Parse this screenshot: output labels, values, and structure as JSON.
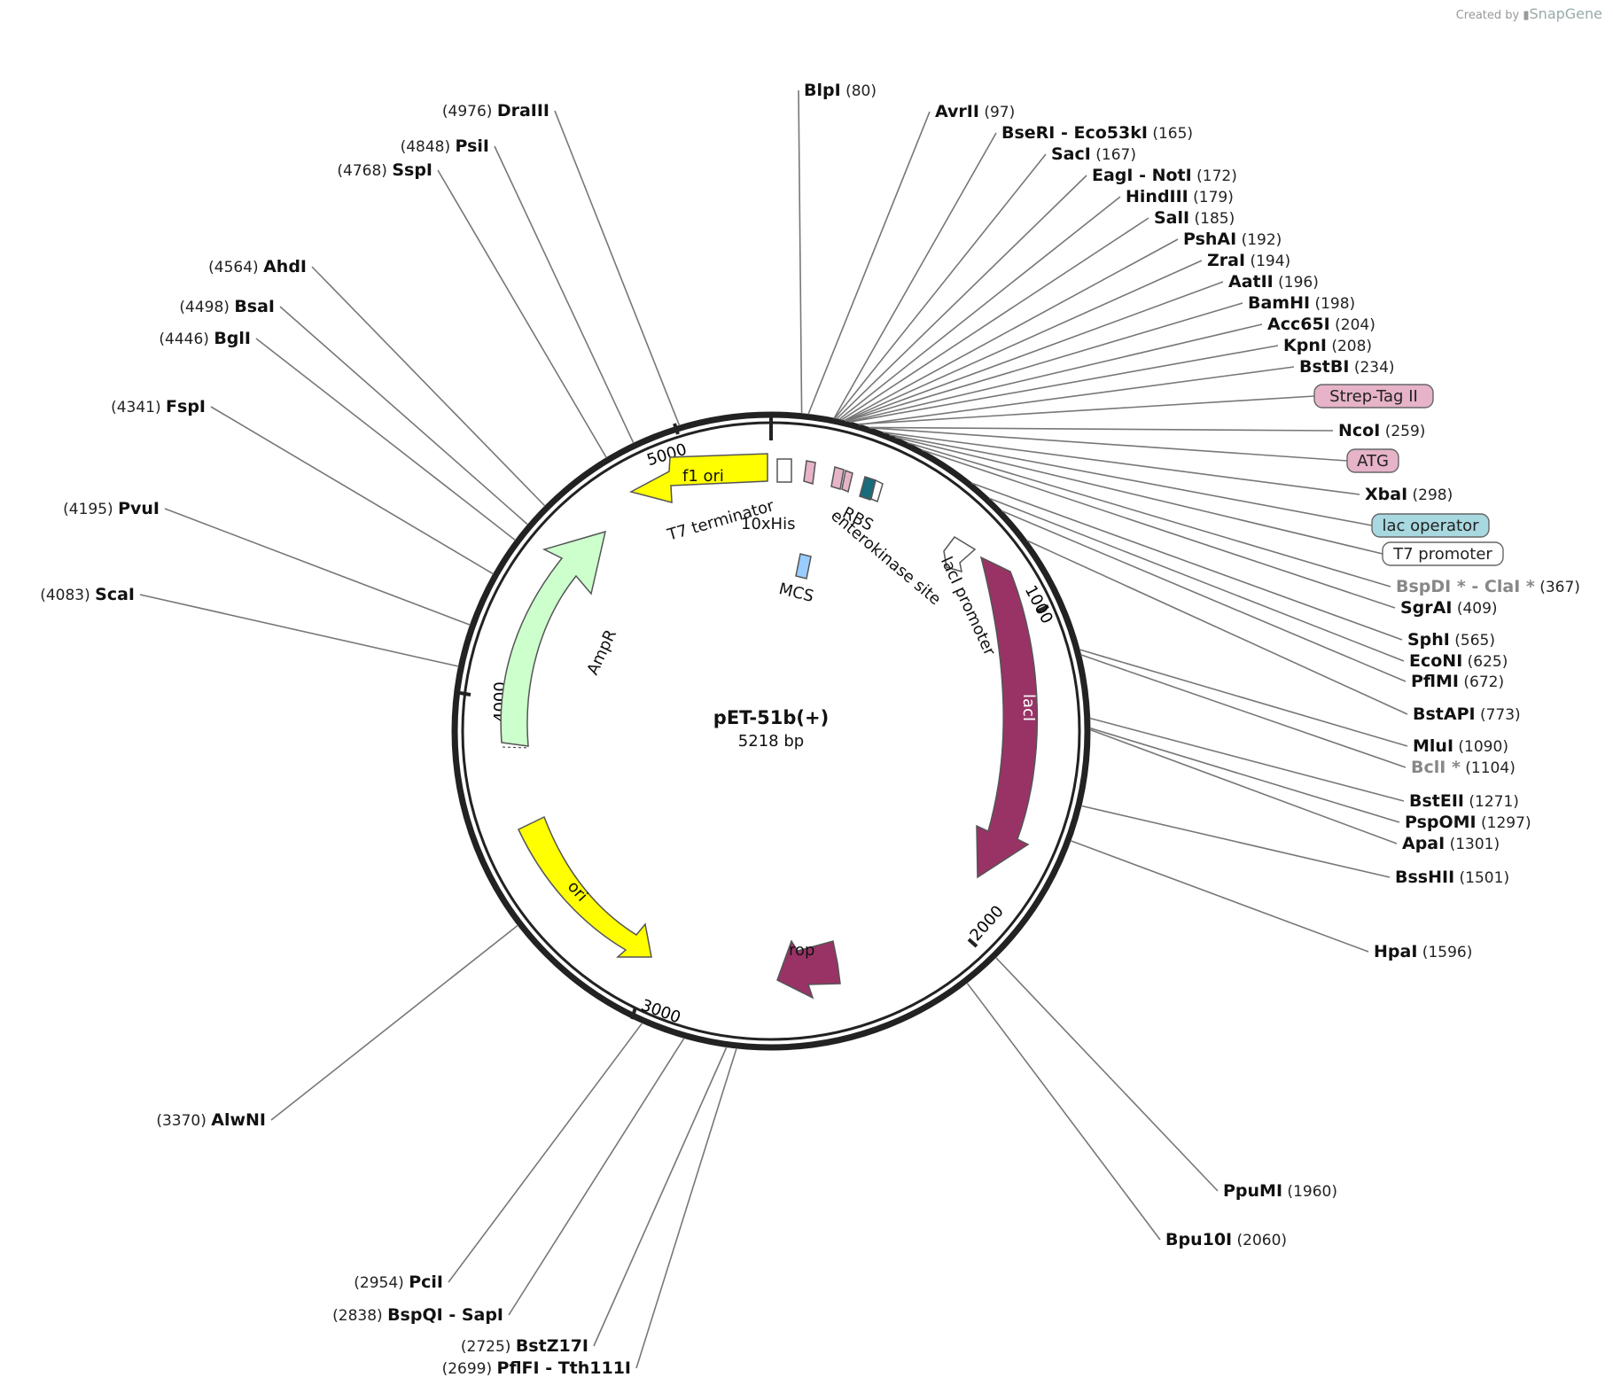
{
  "credit": {
    "prefix": "Created by",
    "brand": "SnapGene"
  },
  "plasmid": {
    "name": "pET-51b(+)",
    "length": "5218 bp"
  },
  "ticks": [
    "1000",
    "2000",
    "3000",
    "4000",
    "5000"
  ],
  "enzymes": [
    {
      "name": "BlpI",
      "pos": "(80)"
    },
    {
      "name": "AvrII",
      "pos": "(97)"
    },
    {
      "name": "BseRI",
      "name2": "Eco53kI",
      "pos": "(165)"
    },
    {
      "name": "SacI",
      "pos": "(167)"
    },
    {
      "name": "EagI",
      "name2": "NotI",
      "pos": "(172)"
    },
    {
      "name": "HindIII",
      "pos": "(179)"
    },
    {
      "name": "SalI",
      "pos": "(185)"
    },
    {
      "name": "PshAI",
      "pos": "(192)"
    },
    {
      "name": "ZraI",
      "pos": "(194)"
    },
    {
      "name": "AatII",
      "pos": "(196)"
    },
    {
      "name": "BamHI",
      "pos": "(198)"
    },
    {
      "name": "Acc65I",
      "pos": "(204)"
    },
    {
      "name": "KpnI",
      "pos": "(208)"
    },
    {
      "name": "BstBI",
      "pos": "(234)"
    },
    {
      "name": "NcoI",
      "pos": "(259)"
    },
    {
      "name": "XbaI",
      "pos": "(298)"
    },
    {
      "name": "BspDI *",
      "name2": "ClaI *",
      "pos": "(367)",
      "dim": true
    },
    {
      "name": "SgrAI",
      "pos": "(409)"
    },
    {
      "name": "SphI",
      "pos": "(565)"
    },
    {
      "name": "EcoNI",
      "pos": "(625)"
    },
    {
      "name": "PflMI",
      "pos": "(672)"
    },
    {
      "name": "BstAPI",
      "pos": "(773)"
    },
    {
      "name": "MluI",
      "pos": "(1090)"
    },
    {
      "name": "BclI *",
      "pos": "(1104)",
      "dim": true
    },
    {
      "name": "BstEII",
      "pos": "(1271)"
    },
    {
      "name": "PspOMI",
      "pos": "(1297)"
    },
    {
      "name": "ApaI",
      "pos": "(1301)"
    },
    {
      "name": "BssHII",
      "pos": "(1501)"
    },
    {
      "name": "HpaI",
      "pos": "(1596)"
    },
    {
      "name": "PpuMI",
      "pos": "(1960)"
    },
    {
      "name": "Bpu10I",
      "pos": "(2060)"
    },
    {
      "name": "PflFI",
      "name2": "Tth111I",
      "pos": "(2699)"
    },
    {
      "name": "BstZ17I",
      "pos": "(2725)"
    },
    {
      "name": "BspQI",
      "name2": "SapI",
      "pos": "(2838)"
    },
    {
      "name": "PciI",
      "pos": "(2954)"
    },
    {
      "name": "AlwNI",
      "pos": "(3370)"
    },
    {
      "name": "ScaI",
      "pos": "(4083)"
    },
    {
      "name": "PvuI",
      "pos": "(4195)"
    },
    {
      "name": "FspI",
      "pos": "(4341)"
    },
    {
      "name": "BglI",
      "pos": "(4446)"
    },
    {
      "name": "BsaI",
      "pos": "(4498)"
    },
    {
      "name": "AhdI",
      "pos": "(4564)"
    },
    {
      "name": "SspI",
      "pos": "(4768)"
    },
    {
      "name": "PsiI",
      "pos": "(4848)"
    },
    {
      "name": "DraIII",
      "pos": "(4976)"
    }
  ],
  "feature_tags": [
    "Strep-Tag II",
    "ATG",
    "lac operator",
    "T7 promoter"
  ],
  "features": {
    "f1_ori": "f1 ori",
    "t7_terminator": "T7 terminator",
    "his": "10xHis",
    "rbs": "RBS",
    "enterokinase": "enterokinase site",
    "mcs": "MCS",
    "laci_promoter": "lacI promoter",
    "laci": "lacI",
    "ampr": "AmpR",
    "ori": "ori",
    "rop": "rop"
  },
  "colors": {
    "f1_ori": "#ffff00",
    "ori": "#ffff00",
    "laci": "#993366",
    "rop": "#993366",
    "ampr": "#ccffcc",
    "strep_tag": "#e6b3c8",
    "lac_operator": "#a8d8e0",
    "mcs": "#99ccff"
  }
}
